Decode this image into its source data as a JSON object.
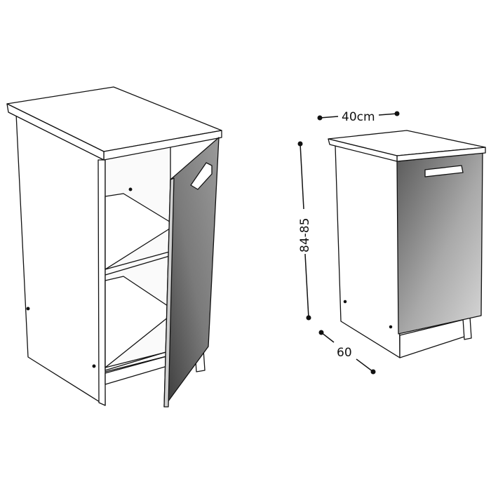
{
  "dimensions": {
    "width_label": "40cm",
    "height_label": "84-85",
    "depth_label": "60"
  },
  "colors": {
    "outline": "#111111",
    "panel": "#ffffff",
    "door_light": "#d6d6d6",
    "door_dark": "#555555"
  }
}
